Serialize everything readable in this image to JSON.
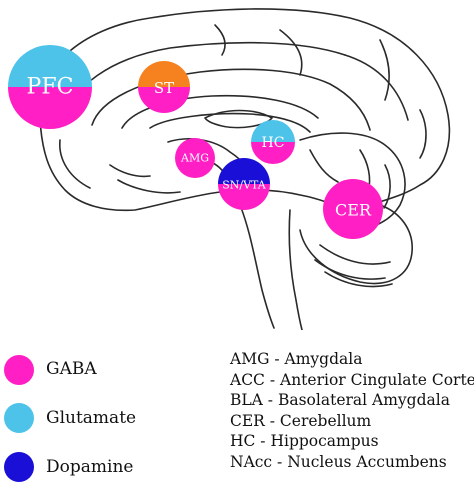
{
  "colors": {
    "gaba": "#ff1fc4",
    "glutamate": "#4ec3ea",
    "dopamine": "#1a0fd6",
    "serotonin": "#f5821f",
    "outline": "#2a2a2a"
  },
  "regions": [
    {
      "label": "PFC",
      "fill": "gaba",
      "top_fill": "glutamate",
      "split": true
    },
    {
      "label": "ST",
      "fill": "gaba",
      "top_fill": "serotonin",
      "split": true
    },
    {
      "label": "HC",
      "fill": "gaba",
      "top_fill": "glutamate",
      "split": true
    },
    {
      "label": "AMG",
      "fill": "gaba",
      "split": false
    },
    {
      "label": "SN/VTA",
      "fill": "gaba",
      "top_fill": "dopamine",
      "split": true
    },
    {
      "label": "CER",
      "fill": "gaba",
      "split": false
    }
  ],
  "legend": [
    {
      "label": "GABA",
      "color": "gaba"
    },
    {
      "label": "Glutamate",
      "color": "glutamate"
    },
    {
      "label": "Dopamine",
      "color": "dopamine"
    }
  ],
  "abbreviations": [
    "AMG - Amygdala",
    "ACC - Anterior Cingulate Cortex",
    "BLA - Basolateral Amygdala",
    "CER - Cerebellum",
    "HC - Hippocampus",
    "NAcc - Nucleus Accumbens"
  ]
}
